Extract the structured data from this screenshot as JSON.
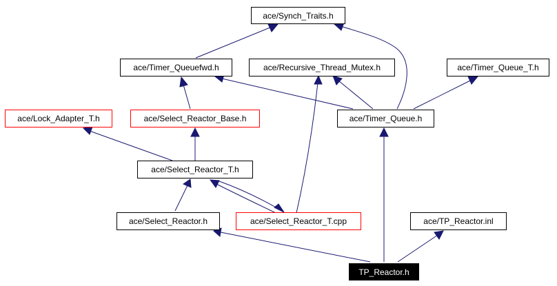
{
  "diagram": {
    "colors": {
      "edge": "#191970",
      "incomplete_border": "#ff0000",
      "current_fill": "#000000"
    },
    "nodes": {
      "synch_traits": "ace/Synch_Traits.h",
      "timer_queuefwd": "ace/Timer_Queuefwd.h",
      "recursive_thread_mutex": "ace/Recursive_Thread_Mutex.h",
      "timer_queue_t": "ace/Timer_Queue_T.h",
      "lock_adapter_t": "ace/Lock_Adapter_T.h",
      "select_reactor_base": "ace/Select_Reactor_Base.h",
      "timer_queue": "ace/Timer_Queue.h",
      "select_reactor_t": "ace/Select_Reactor_T.h",
      "select_reactor": "ace/Select_Reactor.h",
      "select_reactor_t_cpp": "ace/Select_Reactor_T.cpp",
      "tp_reactor_inl": "ace/TP_Reactor.inl",
      "tp_reactor": "TP_Reactor.h"
    }
  }
}
